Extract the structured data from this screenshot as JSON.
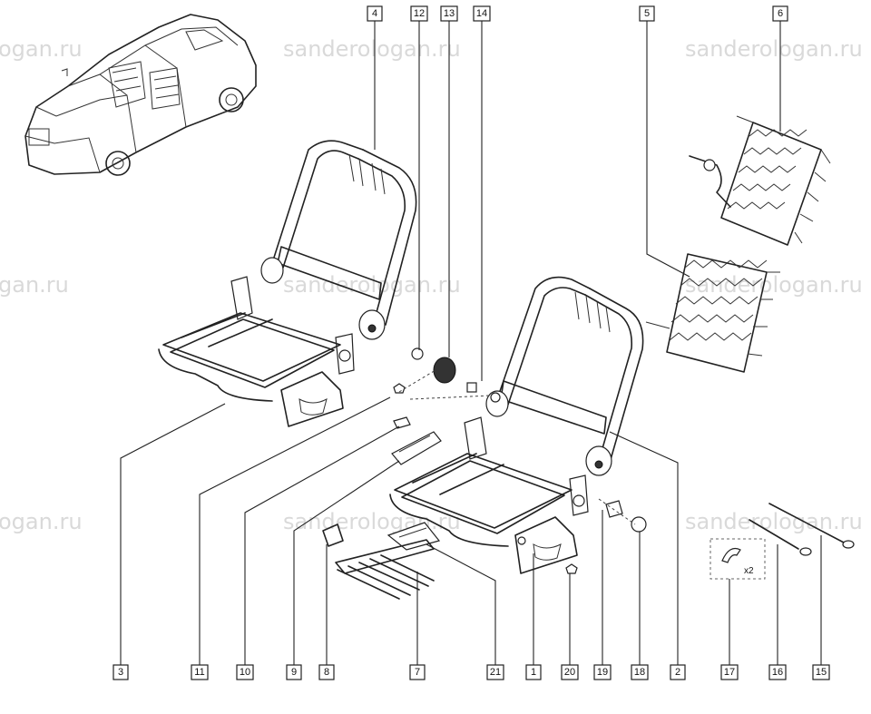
{
  "watermark": "sanderologan.ru",
  "watermark_fragments": [
    "ogan.ru",
    "gan.ru"
  ],
  "callouts": [
    "1",
    "2",
    "3",
    "4",
    "5",
    "6",
    "7",
    "8",
    "9",
    "10",
    "11",
    "12",
    "13",
    "14",
    "15",
    "16",
    "17",
    "18",
    "19",
    "20",
    "21"
  ],
  "quantity_note": "x2"
}
